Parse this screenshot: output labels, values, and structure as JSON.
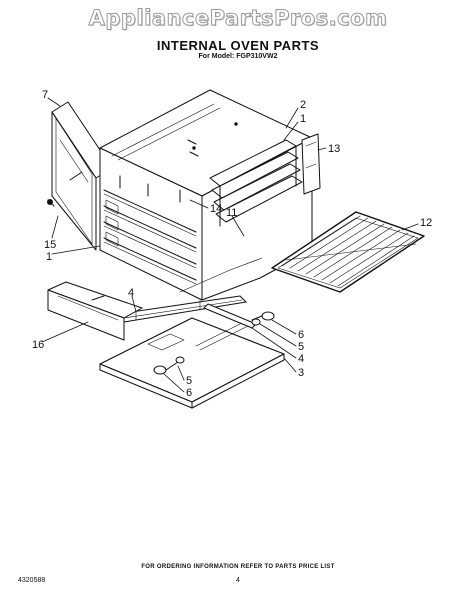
{
  "watermark": "AppliancePartsPros.com",
  "title": "INTERNAL OVEN PARTS",
  "model": "For Model: FGP310VW2",
  "footer": {
    "note": "FOR ORDERING INFORMATION REFER TO PARTS PRICE LIST",
    "code": "4320588",
    "page": "4"
  },
  "callouts": [
    "7",
    "2",
    "1",
    "13",
    "12",
    "14",
    "11",
    "15",
    "1",
    "4",
    "16",
    "6",
    "5",
    "4",
    "3",
    "5",
    "6"
  ]
}
